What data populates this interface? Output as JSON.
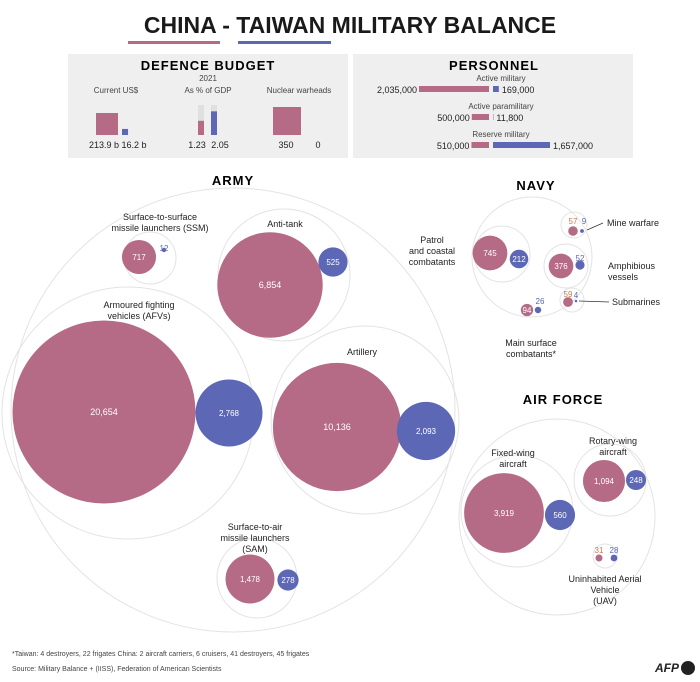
{
  "title": "CHINA - TAIWAN MILITARY BALANCE",
  "colors": {
    "china": "#b56a86",
    "taiwan": "#5c67b5",
    "panel": "#efefef",
    "ring": "#e3e3e3",
    "label_china": "#c47a55"
  },
  "defence_budget": {
    "heading": "DEFENCE BUDGET",
    "year": "2021",
    "metrics": [
      {
        "label": "Current US$",
        "china": 213.9,
        "taiwan": 16.2,
        "china_text": "213.9 b",
        "taiwan_text": "16.2 b"
      },
      {
        "label": "As % of GDP",
        "china": 1.23,
        "taiwan": 2.05,
        "china_text": "1.23",
        "taiwan_text": "2.05"
      },
      {
        "label": "Nuclear warheads",
        "china": 350,
        "taiwan": 0,
        "china_text": "350",
        "taiwan_text": "0"
      }
    ]
  },
  "personnel": {
    "heading": "PERSONNEL",
    "rows": [
      {
        "label": "Active military",
        "china": 2035000,
        "taiwan": 169000,
        "china_text": "2,035,000",
        "taiwan_text": "169,000"
      },
      {
        "label": "Active paramilitary",
        "china": 500000,
        "taiwan": 11800,
        "china_text": "500,000",
        "taiwan_text": "11,800"
      },
      {
        "label": "Reserve military",
        "china": 510000,
        "taiwan": 1657000,
        "china_text": "510,000",
        "taiwan_text": "1,657,000"
      }
    ]
  },
  "chart_data": [
    {
      "type": "bubble",
      "title": "ARMY",
      "series": [
        "China",
        "Taiwan"
      ],
      "items": [
        {
          "label": "Surface-to-surface missile launchers (SSM)",
          "china": 717,
          "taiwan": 12
        },
        {
          "label": "Anti-tank",
          "china": 6854,
          "taiwan": 525
        },
        {
          "label": "Armoured fighting vehicles (AFVs)",
          "china": 20654,
          "taiwan": 2768
        },
        {
          "label": "Artillery",
          "china": 10136,
          "taiwan": 2093
        },
        {
          "label": "Surface-to-air missile launchers (SAM)",
          "china": 1478,
          "taiwan": 278
        }
      ]
    },
    {
      "type": "bubble",
      "title": "NAVY",
      "series": [
        "China",
        "Taiwan"
      ],
      "items": [
        {
          "label": "Patrol and coastal combatants",
          "china": 745,
          "taiwan": 212
        },
        {
          "label": "Mine warfare",
          "china": 57,
          "taiwan": 9
        },
        {
          "label": "Amphibious vessels",
          "china": 376,
          "taiwan": 52
        },
        {
          "label": "Submarines",
          "china": 59,
          "taiwan": 4
        },
        {
          "label": "Main surface combatants*",
          "china": 94,
          "taiwan": 26
        }
      ]
    },
    {
      "type": "bubble",
      "title": "AIR FORCE",
      "series": [
        "China",
        "Taiwan"
      ],
      "items": [
        {
          "label": "Fixed-wing aircraft",
          "china": 3919,
          "taiwan": 560
        },
        {
          "label": "Rotary-wing aircraft",
          "china": 1094,
          "taiwan": 248
        },
        {
          "label": "Uninhabited Aerial Vehicle (UAV)",
          "china": 31,
          "taiwan": 28
        }
      ]
    }
  ],
  "footnote": "*Taiwan: 4 destroyers, 22 frigates China: 2 aircraft carriers, 6 cruisers,  41 destroyers, 45 frigates",
  "source": "Source: Military Balance + (IISS),  Federation of American Scientists",
  "logo": "AFP"
}
